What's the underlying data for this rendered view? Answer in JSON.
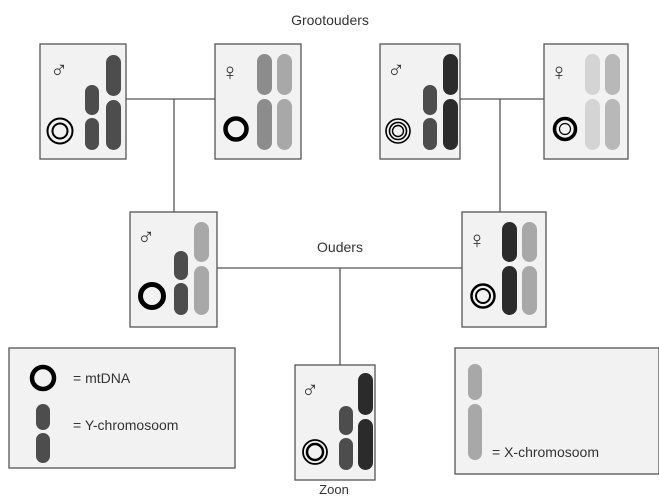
{
  "labels": {
    "grandparents": "Grootouders",
    "parents": "Ouders",
    "son": "Zoon"
  },
  "symbols": {
    "male": "♂",
    "female": "♀"
  },
  "legend": {
    "mtdna": "= mtDNA",
    "y_chromosome": "= Y-chromosoom",
    "x_chromosome": "= X-chromosoom"
  },
  "colors": {
    "box_fill": "#f2f2f2",
    "box_border": "#555555",
    "line": "#555555",
    "chromosome_darkest": "#2b2b2b",
    "chromosome_dark": "#4d4d4d",
    "chromosome_mid": "#7a7a7a",
    "chromosome_light": "#a8a8a8",
    "chromosome_lightest": "#d4d4d4",
    "mtdna_ring": "#000000"
  }
}
